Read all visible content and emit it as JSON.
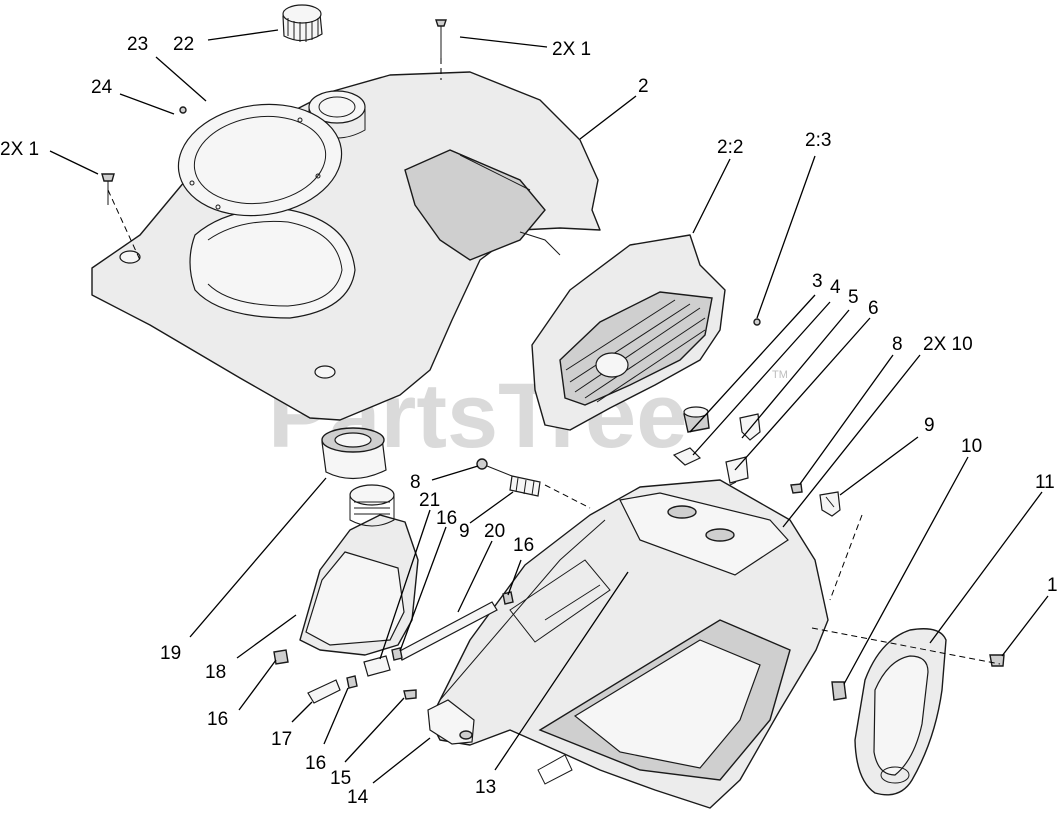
{
  "watermark": "PartsTree",
  "watermark_tm": "TM",
  "callouts": [
    {
      "id": "c-2x1-top",
      "text": "2X 1"
    },
    {
      "id": "c-22",
      "text": "22"
    },
    {
      "id": "c-23",
      "text": "23"
    },
    {
      "id": "c-24",
      "text": "24"
    },
    {
      "id": "c-2x1-left",
      "text": "2X 1"
    },
    {
      "id": "c-2",
      "text": "2"
    },
    {
      "id": "c-2-2",
      "text": "2:2"
    },
    {
      "id": "c-2-3",
      "text": "2:3"
    },
    {
      "id": "c-3",
      "text": "3"
    },
    {
      "id": "c-4",
      "text": "4"
    },
    {
      "id": "c-5",
      "text": "5"
    },
    {
      "id": "c-6",
      "text": "6"
    },
    {
      "id": "c-8-right",
      "text": "8"
    },
    {
      "id": "c-2x10",
      "text": "2X 10"
    },
    {
      "id": "c-9-right",
      "text": "9"
    },
    {
      "id": "c-10",
      "text": "10"
    },
    {
      "id": "c-11",
      "text": "11"
    },
    {
      "id": "c-1",
      "text": "1"
    },
    {
      "id": "c-8-left",
      "text": "8"
    },
    {
      "id": "c-21",
      "text": "21"
    },
    {
      "id": "c-16-a",
      "text": "16"
    },
    {
      "id": "c-9-left",
      "text": "9"
    },
    {
      "id": "c-20",
      "text": "20"
    },
    {
      "id": "c-16-b",
      "text": "16"
    },
    {
      "id": "c-19",
      "text": "19"
    },
    {
      "id": "c-18",
      "text": "18"
    },
    {
      "id": "c-16-c",
      "text": "16"
    },
    {
      "id": "c-17",
      "text": "17"
    },
    {
      "id": "c-16-d",
      "text": "16"
    },
    {
      "id": "c-15",
      "text": "15"
    },
    {
      "id": "c-14",
      "text": "14"
    },
    {
      "id": "c-13",
      "text": "13"
    }
  ]
}
